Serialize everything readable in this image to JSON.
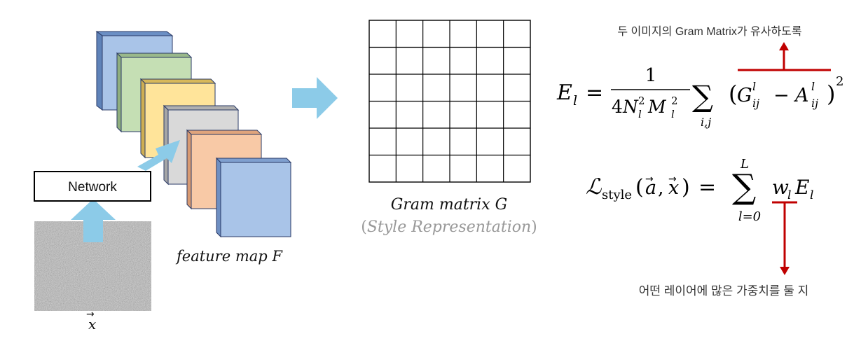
{
  "network_label": "Network",
  "input_label": "x",
  "input_arrow": "⃗",
  "feature_map_label": "feature map F",
  "gram_matrix_label": "Gram matrix G",
  "style_rep_label_open": "(",
  "style_rep_label": "Style Representation",
  "style_rep_label_close": ")",
  "grid_size": 6,
  "annotation_top": "두 이미지의 Gram Matrix가 유사하도록",
  "annotation_bottom": "어떤 레이어에 많은 가중치를 둘 지",
  "colors": {
    "arrow": "#8ccbe8",
    "red": "#c00000",
    "map_blue": "#a9c4e8",
    "map_green": "#c5dfb4",
    "map_yellow": "#ffe49a",
    "map_gray": "#d9d9d9",
    "map_orange": "#f8c9a6"
  },
  "equation1": {
    "lhs": "E",
    "lhs_sub": "l",
    "equals": "=",
    "numerator": "1",
    "den_coeff": "4",
    "den_n": "N",
    "den_n_sub": "l",
    "den_n_sup": "2",
    "den_m": "M",
    "den_m_sub": "l",
    "den_m_sup": "2",
    "sum": "∑",
    "sum_sub": "i,j",
    "paren_open": "(",
    "g": "G",
    "g_sup": "l",
    "g_sub": "ij",
    "minus": "−",
    "a": "A",
    "a_sup": "l",
    "a_sub": "ij",
    "paren_close": ")",
    "power": "2"
  },
  "equation2": {
    "lhs": "ℒ",
    "lhs_sub": "style",
    "args_open": "(",
    "arg_a": "a",
    "comma": ",",
    "arg_x": "x",
    "args_close": ")",
    "vec": "⃗",
    "equals": "=",
    "sum": "∑",
    "sum_top": "L",
    "sum_bottom": "l=0",
    "w": "w",
    "w_sub": "l",
    "e": "E",
    "e_sub": "l"
  }
}
